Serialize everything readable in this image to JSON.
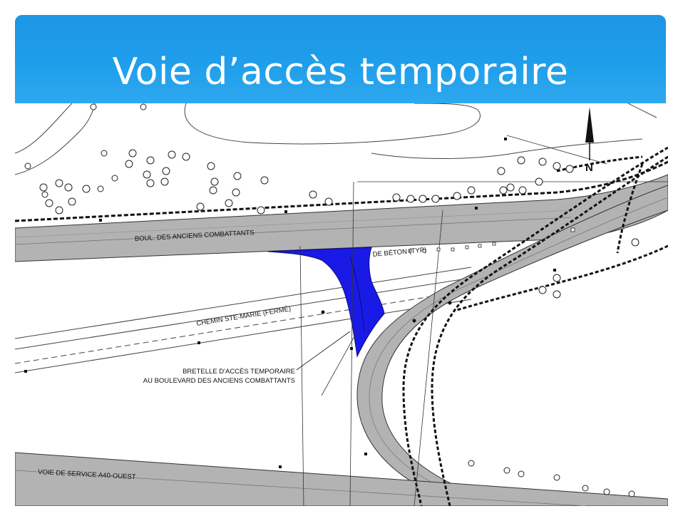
{
  "slide": {
    "title": "Voie d’accès temporaire"
  },
  "plan": {
    "labels": {
      "boulevard": "BOUL. DES ANCIENS COMBATTANTS",
      "beton": "DE BÉTON (TYP)",
      "chemin": "CHEMIN STE-MARIE (FERMÉ)",
      "bretelle_line1": "BRETELLE D'ACCÈS TEMPORAIRE",
      "bretelle_line2": "AU BOULEVARD DES ANCIENS COMBATTANTS",
      "service": "VOIE DE SERVICE A40-OUEST",
      "north": "N"
    },
    "colors": {
      "temporary_ramp": "#1a1ae6",
      "pavement": "#b3b3b3",
      "title_bar": "#1f9eea"
    }
  }
}
